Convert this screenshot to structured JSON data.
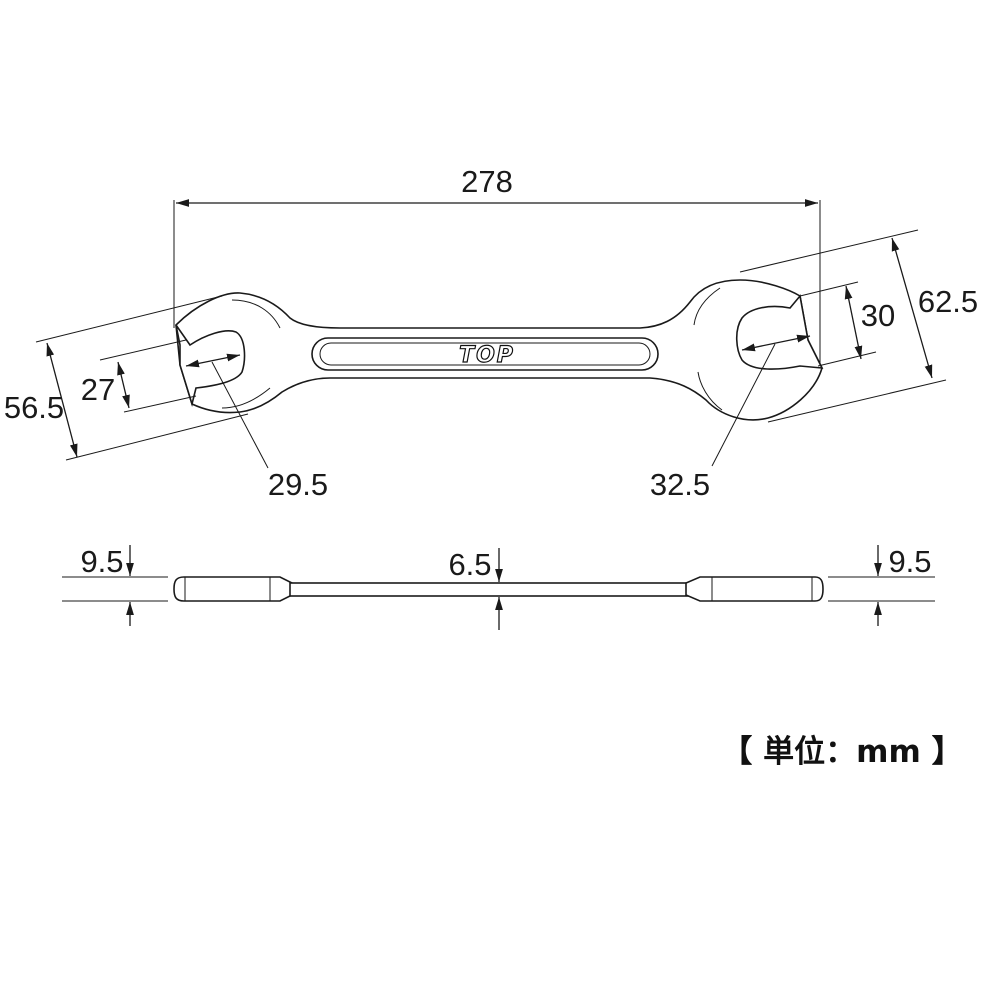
{
  "brand": "TOP",
  "unit_label": "【 単位：mm 】",
  "dimensions": {
    "overall_length": "278",
    "left_head_width": "56.5",
    "left_jaw_opening": "27",
    "left_jaw_depth": "29.5",
    "right_head_width": "62.5",
    "right_jaw_opening": "30",
    "right_jaw_depth": "32.5",
    "left_end_thickness": "9.5",
    "shank_thickness": "6.5",
    "right_end_thickness": "9.5"
  }
}
